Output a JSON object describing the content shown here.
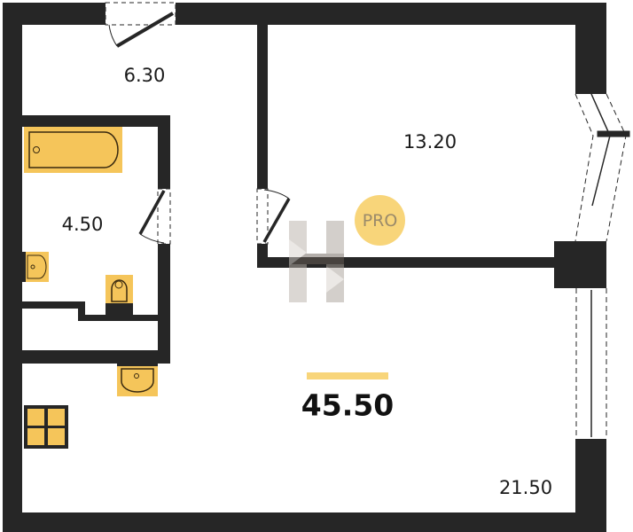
{
  "rooms": {
    "hallway_area": "6.30",
    "bathroom_area": "4.50",
    "bedroom_area": "13.20",
    "living_kitchen_area": "21.50"
  },
  "total_area": "45.50",
  "badge": "PRO",
  "colors": {
    "wall": "#262626",
    "fixture": "#f5c55a",
    "accent": "#f8d57a"
  }
}
